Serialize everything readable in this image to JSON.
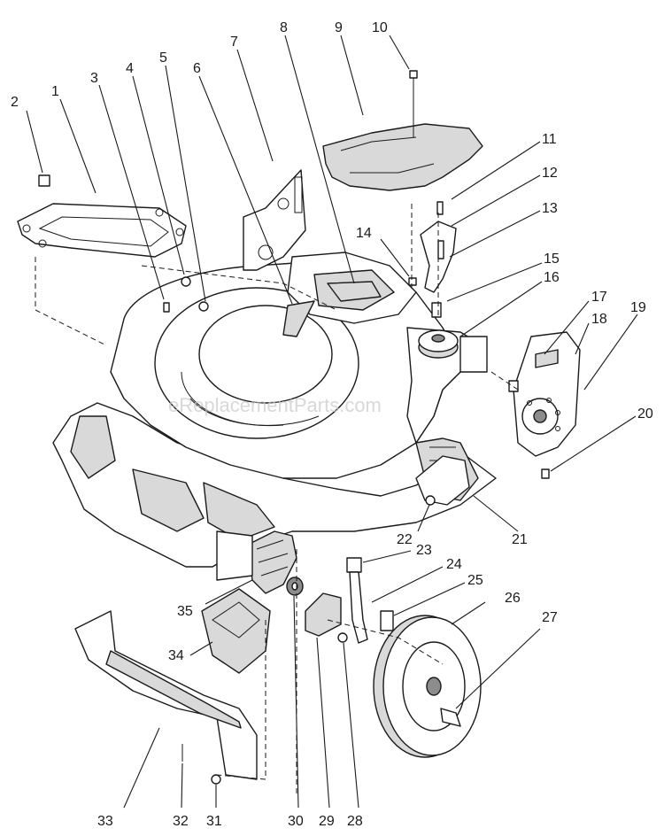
{
  "watermark": "eReplacementParts.com",
  "callouts": [
    {
      "id": "1",
      "label": "1"
    },
    {
      "id": "2",
      "label": "2"
    },
    {
      "id": "3",
      "label": "3"
    },
    {
      "id": "4",
      "label": "4"
    },
    {
      "id": "5",
      "label": "5"
    },
    {
      "id": "6",
      "label": "6"
    },
    {
      "id": "7",
      "label": "7"
    },
    {
      "id": "8",
      "label": "8"
    },
    {
      "id": "9",
      "label": "9"
    },
    {
      "id": "10",
      "label": "10"
    },
    {
      "id": "11",
      "label": "11"
    },
    {
      "id": "12",
      "label": "12"
    },
    {
      "id": "13",
      "label": "13"
    },
    {
      "id": "14",
      "label": "14"
    },
    {
      "id": "15",
      "label": "15"
    },
    {
      "id": "16",
      "label": "16"
    },
    {
      "id": "17",
      "label": "17"
    },
    {
      "id": "18",
      "label": "18"
    },
    {
      "id": "19",
      "label": "19"
    },
    {
      "id": "20",
      "label": "20"
    },
    {
      "id": "21",
      "label": "21"
    },
    {
      "id": "22",
      "label": "22"
    },
    {
      "id": "23",
      "label": "23"
    },
    {
      "id": "24",
      "label": "24"
    },
    {
      "id": "25",
      "label": "25"
    },
    {
      "id": "26",
      "label": "26"
    },
    {
      "id": "27",
      "label": "27"
    },
    {
      "id": "28",
      "label": "28"
    },
    {
      "id": "29",
      "label": "29"
    },
    {
      "id": "30",
      "label": "30"
    },
    {
      "id": "31",
      "label": "31"
    },
    {
      "id": "32",
      "label": "32"
    },
    {
      "id": "33",
      "label": "33"
    },
    {
      "id": "34",
      "label": "34"
    },
    {
      "id": "35",
      "label": "35"
    }
  ]
}
